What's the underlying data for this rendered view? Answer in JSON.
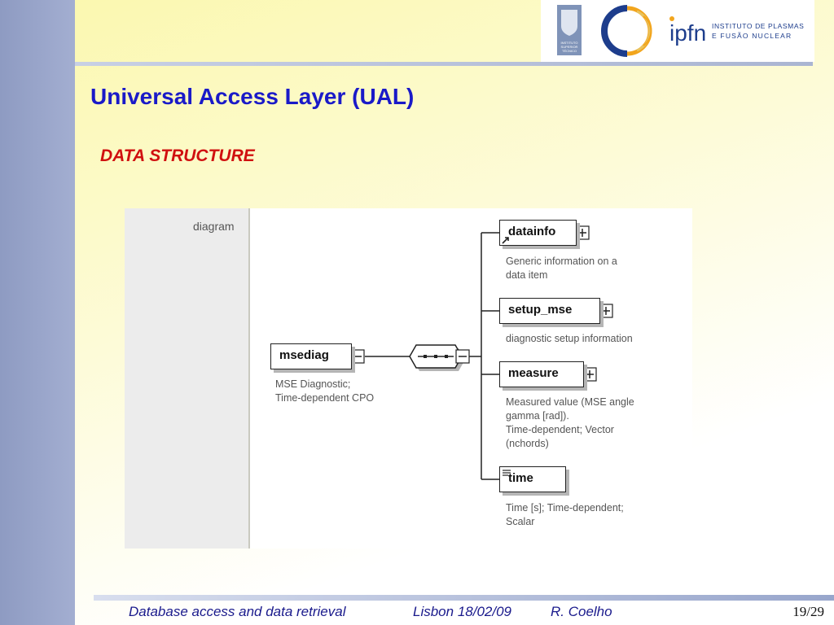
{
  "slide": {
    "title": "Universal Access Layer (UAL)",
    "subtitle": "DATA STRUCTURE"
  },
  "diagram": {
    "panel_label": "diagram",
    "root": {
      "name": "msediag",
      "description": "MSE Diagnostic;\nTime-dependent CPO"
    },
    "children": [
      {
        "name": "datainfo",
        "description": "Generic information on a\ndata item"
      },
      {
        "name": "setup_mse",
        "description": "diagnostic setup information"
      },
      {
        "name": "measure",
        "description": "Measured value (MSE angle\ngamma [rad]).\nTime-dependent; Vector\n(nchords)"
      },
      {
        "name": "time",
        "description": "Time [s]; Time-dependent;\nScalar"
      }
    ]
  },
  "logos": {
    "ist_text": "INSTITUTO SUPERIOR TÉCNICO",
    "ipfn_short": "ipfn",
    "ipfn_line1": "INSTITUTO DE PLASMAS",
    "ipfn_line2": "E FUSÃO NUCLEAR"
  },
  "footer": {
    "topic": "Database access and data retrieval",
    "place_date": "Lisbon 18/02/09",
    "author": "R. Coelho",
    "page": "19/29"
  }
}
